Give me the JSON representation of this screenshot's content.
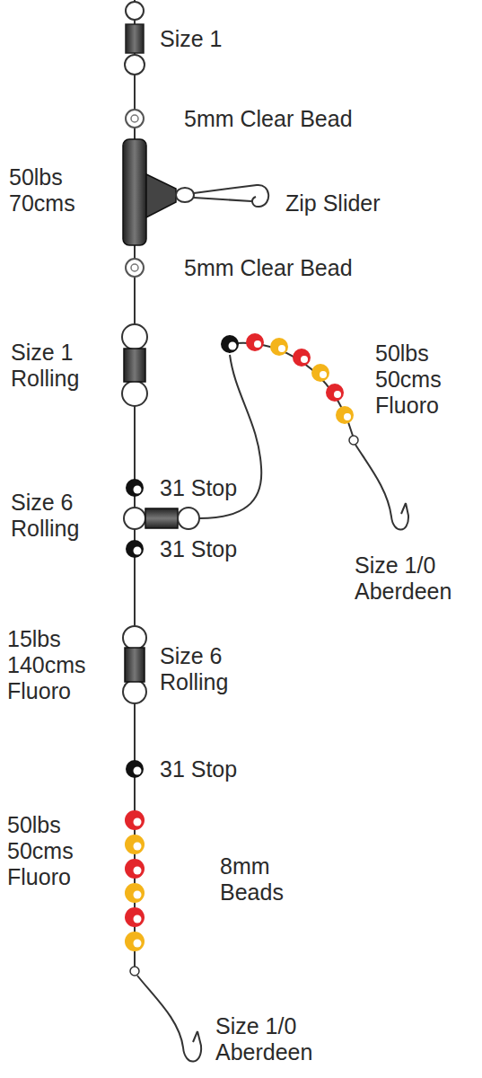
{
  "diagram": {
    "labels": [
      "Size 1",
      "5mm Clear Bead",
      "50lbs 70cms",
      "Zip Slider",
      "5mm Clear Bead",
      "Size 1 Rolling",
      "50lbs 50cms Fluoro",
      "31 Stop",
      "Size 6 Rolling",
      "31 Stop",
      "Size 1/0 Aberdeen",
      "15lbs 140cms Fluoro",
      "Size 6 Rolling",
      "31 Stop",
      "50lbs 50cms Fluoro",
      "8mm Beads",
      "Size 1/0 Aberdeen"
    ]
  }
}
